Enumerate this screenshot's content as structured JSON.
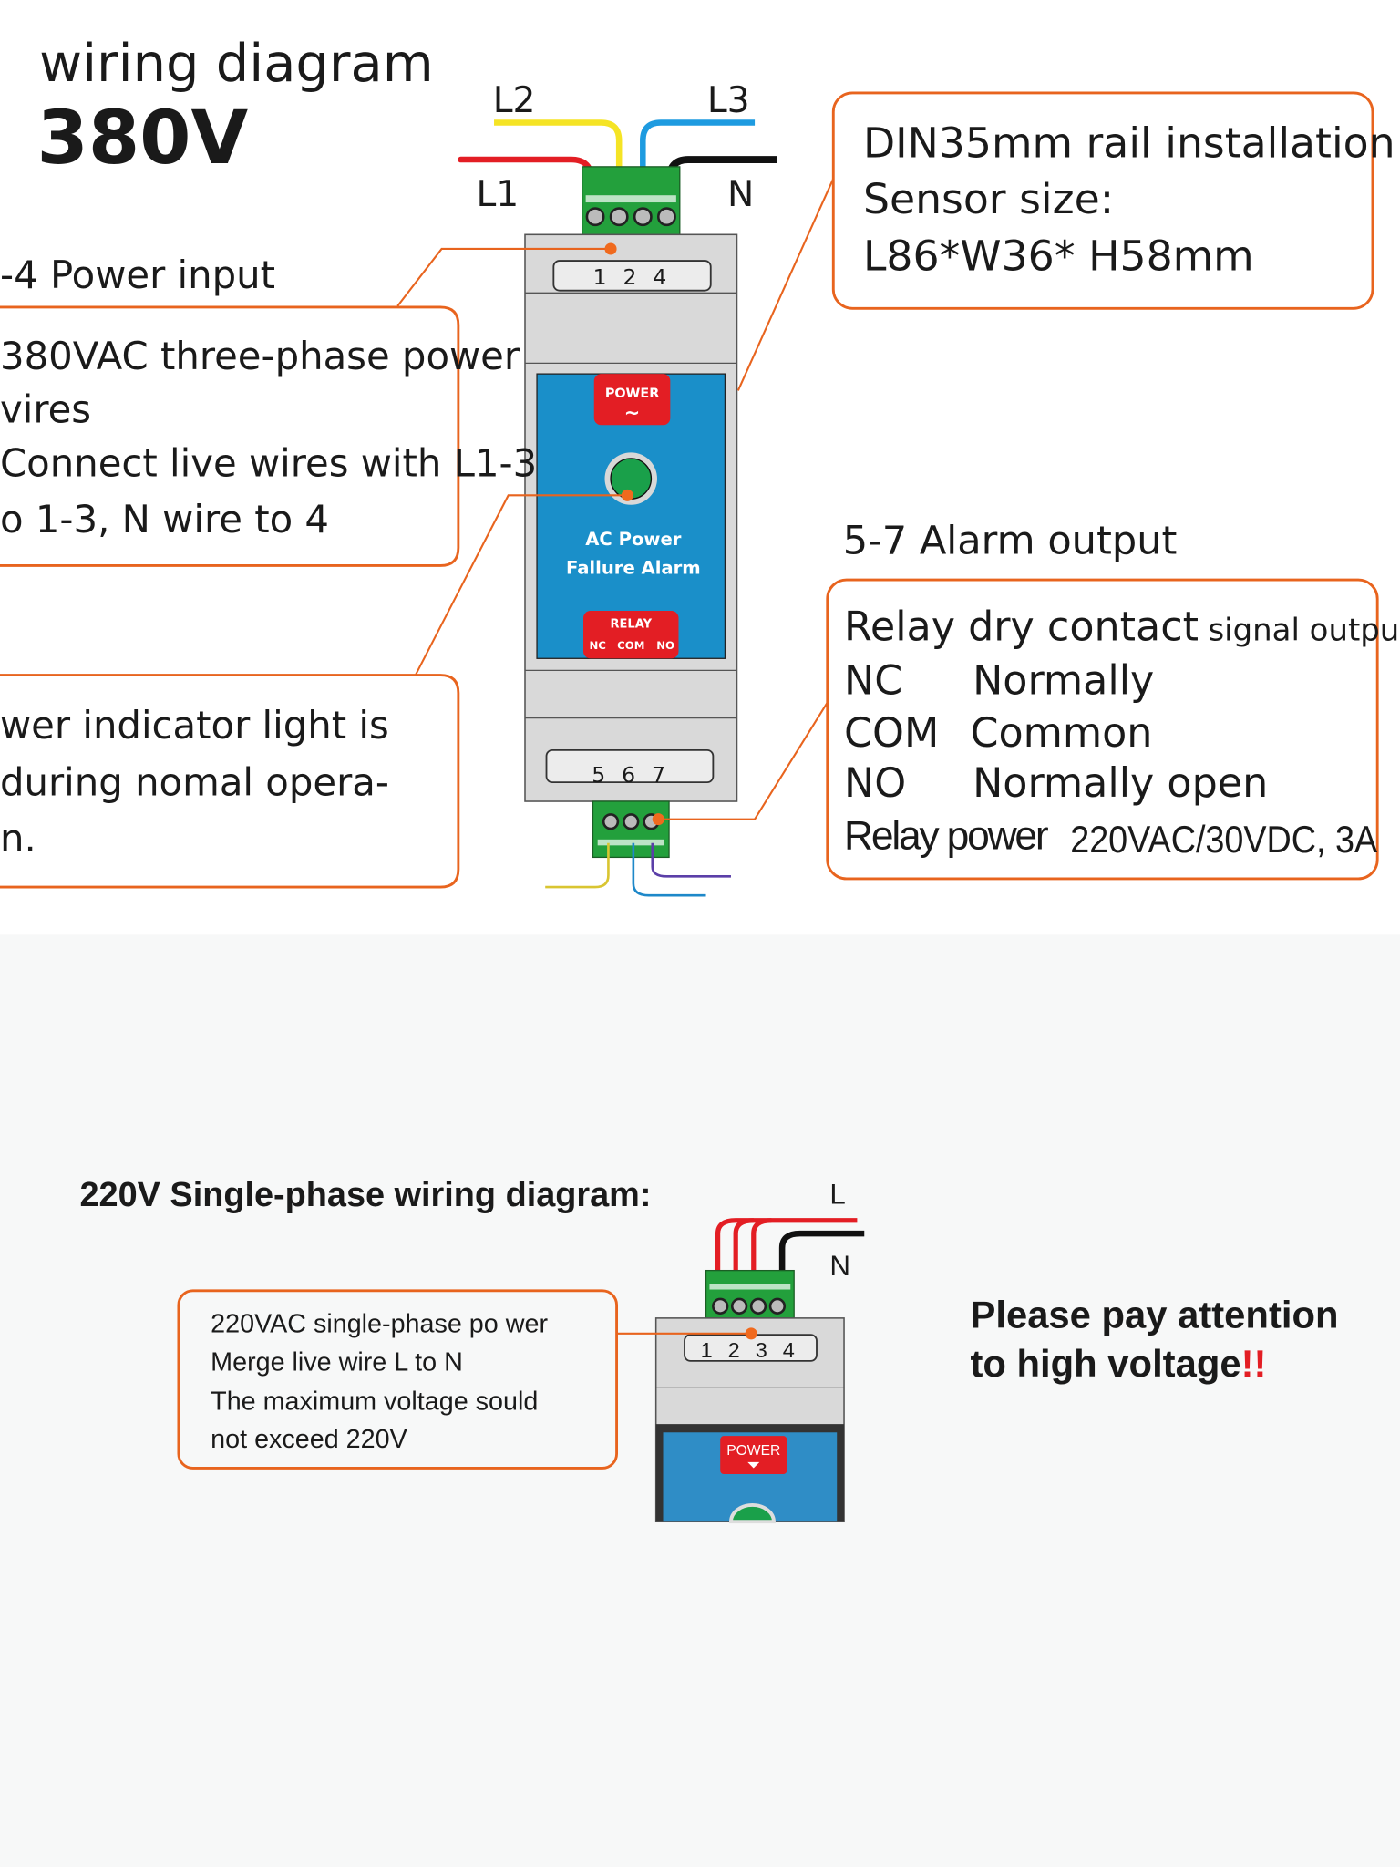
{
  "header": {
    "title": "wiring diagram",
    "voltage": "380V"
  },
  "top_diagram": {
    "wire_labels": {
      "l1": "L1",
      "l2": "L2",
      "l3": "L3",
      "n": "N"
    },
    "wire_colors": {
      "l1": "#e31e24",
      "l2": "#f5e425",
      "l3": "#1e9be0",
      "n": "#111111"
    },
    "device": {
      "input_terminals": "1 2 4",
      "output_terminals": "5 6 7",
      "power_badge": "POWER",
      "power_symbol": "~",
      "name_line1": "AC Power",
      "name_line2": "Fallure Alarm",
      "relay_badge": "RELAY",
      "relay_pins": [
        "NC",
        "COM",
        "NO"
      ],
      "panel_color": "#1a8fc9",
      "indicator_color": "#1aa04a"
    },
    "power_input": {
      "heading": "-4 Power input",
      "lines": [
        "380VAC three-phase power",
        "vires",
        "Connect live wires with L1-3",
        "o 1-3, N wire to 4"
      ]
    },
    "indicator": {
      "lines": [
        "wer indicator light is",
        " during nomal opera-",
        "n."
      ]
    },
    "installation": {
      "lines": [
        "DIN35mm rail installation",
        "Sensor size:",
        "L86*W36*  H58mm"
      ]
    },
    "alarm_output": {
      "heading": "5-7 Alarm output",
      "title_main": "Relay dry contact",
      "title_small": "signal output",
      "rows": [
        {
          "code": "NC",
          "meaning": "Normally"
        },
        {
          "code": "COM",
          "meaning": "Common"
        },
        {
          "code": "NO",
          "meaning": "Normally open"
        }
      ],
      "relay_power_label": "Relay power",
      "relay_power_value": "220VAC/30VDC, 3A"
    }
  },
  "bottom_diagram": {
    "title": "220V Single-phase wiring diagram:",
    "wire_labels": {
      "l": "L",
      "n": "N"
    },
    "note_lines": [
      "220VAC single-phase po wer",
      "Merge live wire L to N",
      "The maximum voltage sould",
      "not exceed 220V"
    ],
    "terminals": "1 2 3 4",
    "power_badge": "POWER",
    "warning_line1": "Please pay attention",
    "warning_line2": "to high voltage",
    "warning_mark": "!!",
    "warning_color": "#e31e24"
  }
}
